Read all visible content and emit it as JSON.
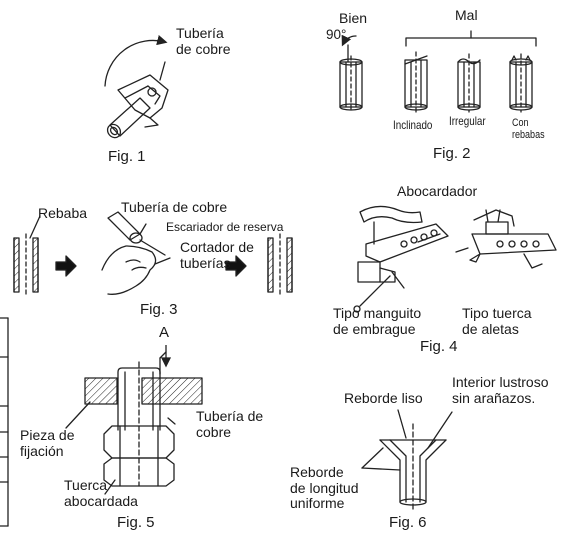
{
  "fig1": {
    "caption": "Fig. 1",
    "label": "Tubería\nde cobre"
  },
  "fig2": {
    "caption": "Fig. 2",
    "good": "Bien",
    "angle": "90°",
    "bad": "Mal",
    "inclined": "Inclinado",
    "irregular": "Irregular",
    "burrs": "Con\nrebabas"
  },
  "fig3": {
    "caption": "Fig. 3",
    "burr": "Rebaba",
    "pipe": "Tubería de cobre",
    "reamer": "Escariador de reserva",
    "cutter": "Cortador de\ntuberías"
  },
  "fig4": {
    "caption": "Fig. 4",
    "title": "Abocardador",
    "clutch": "Tipo manguito\nde embrague",
    "wingnut": "Tipo tuerca\nde aletas"
  },
  "fig5": {
    "caption": "Fig. 5",
    "a": "A",
    "fixing": "Pieza de\nfijación",
    "pipe": "Tubería de\ncobre",
    "nut": "Tuerca\nabocardada"
  },
  "fig6": {
    "caption": "Fig. 6",
    "smooth": "Reborde liso",
    "shiny": "Interior lustroso\nsin arañazos.",
    "uniform": "Reborde\nde longitud\nuniforme"
  }
}
